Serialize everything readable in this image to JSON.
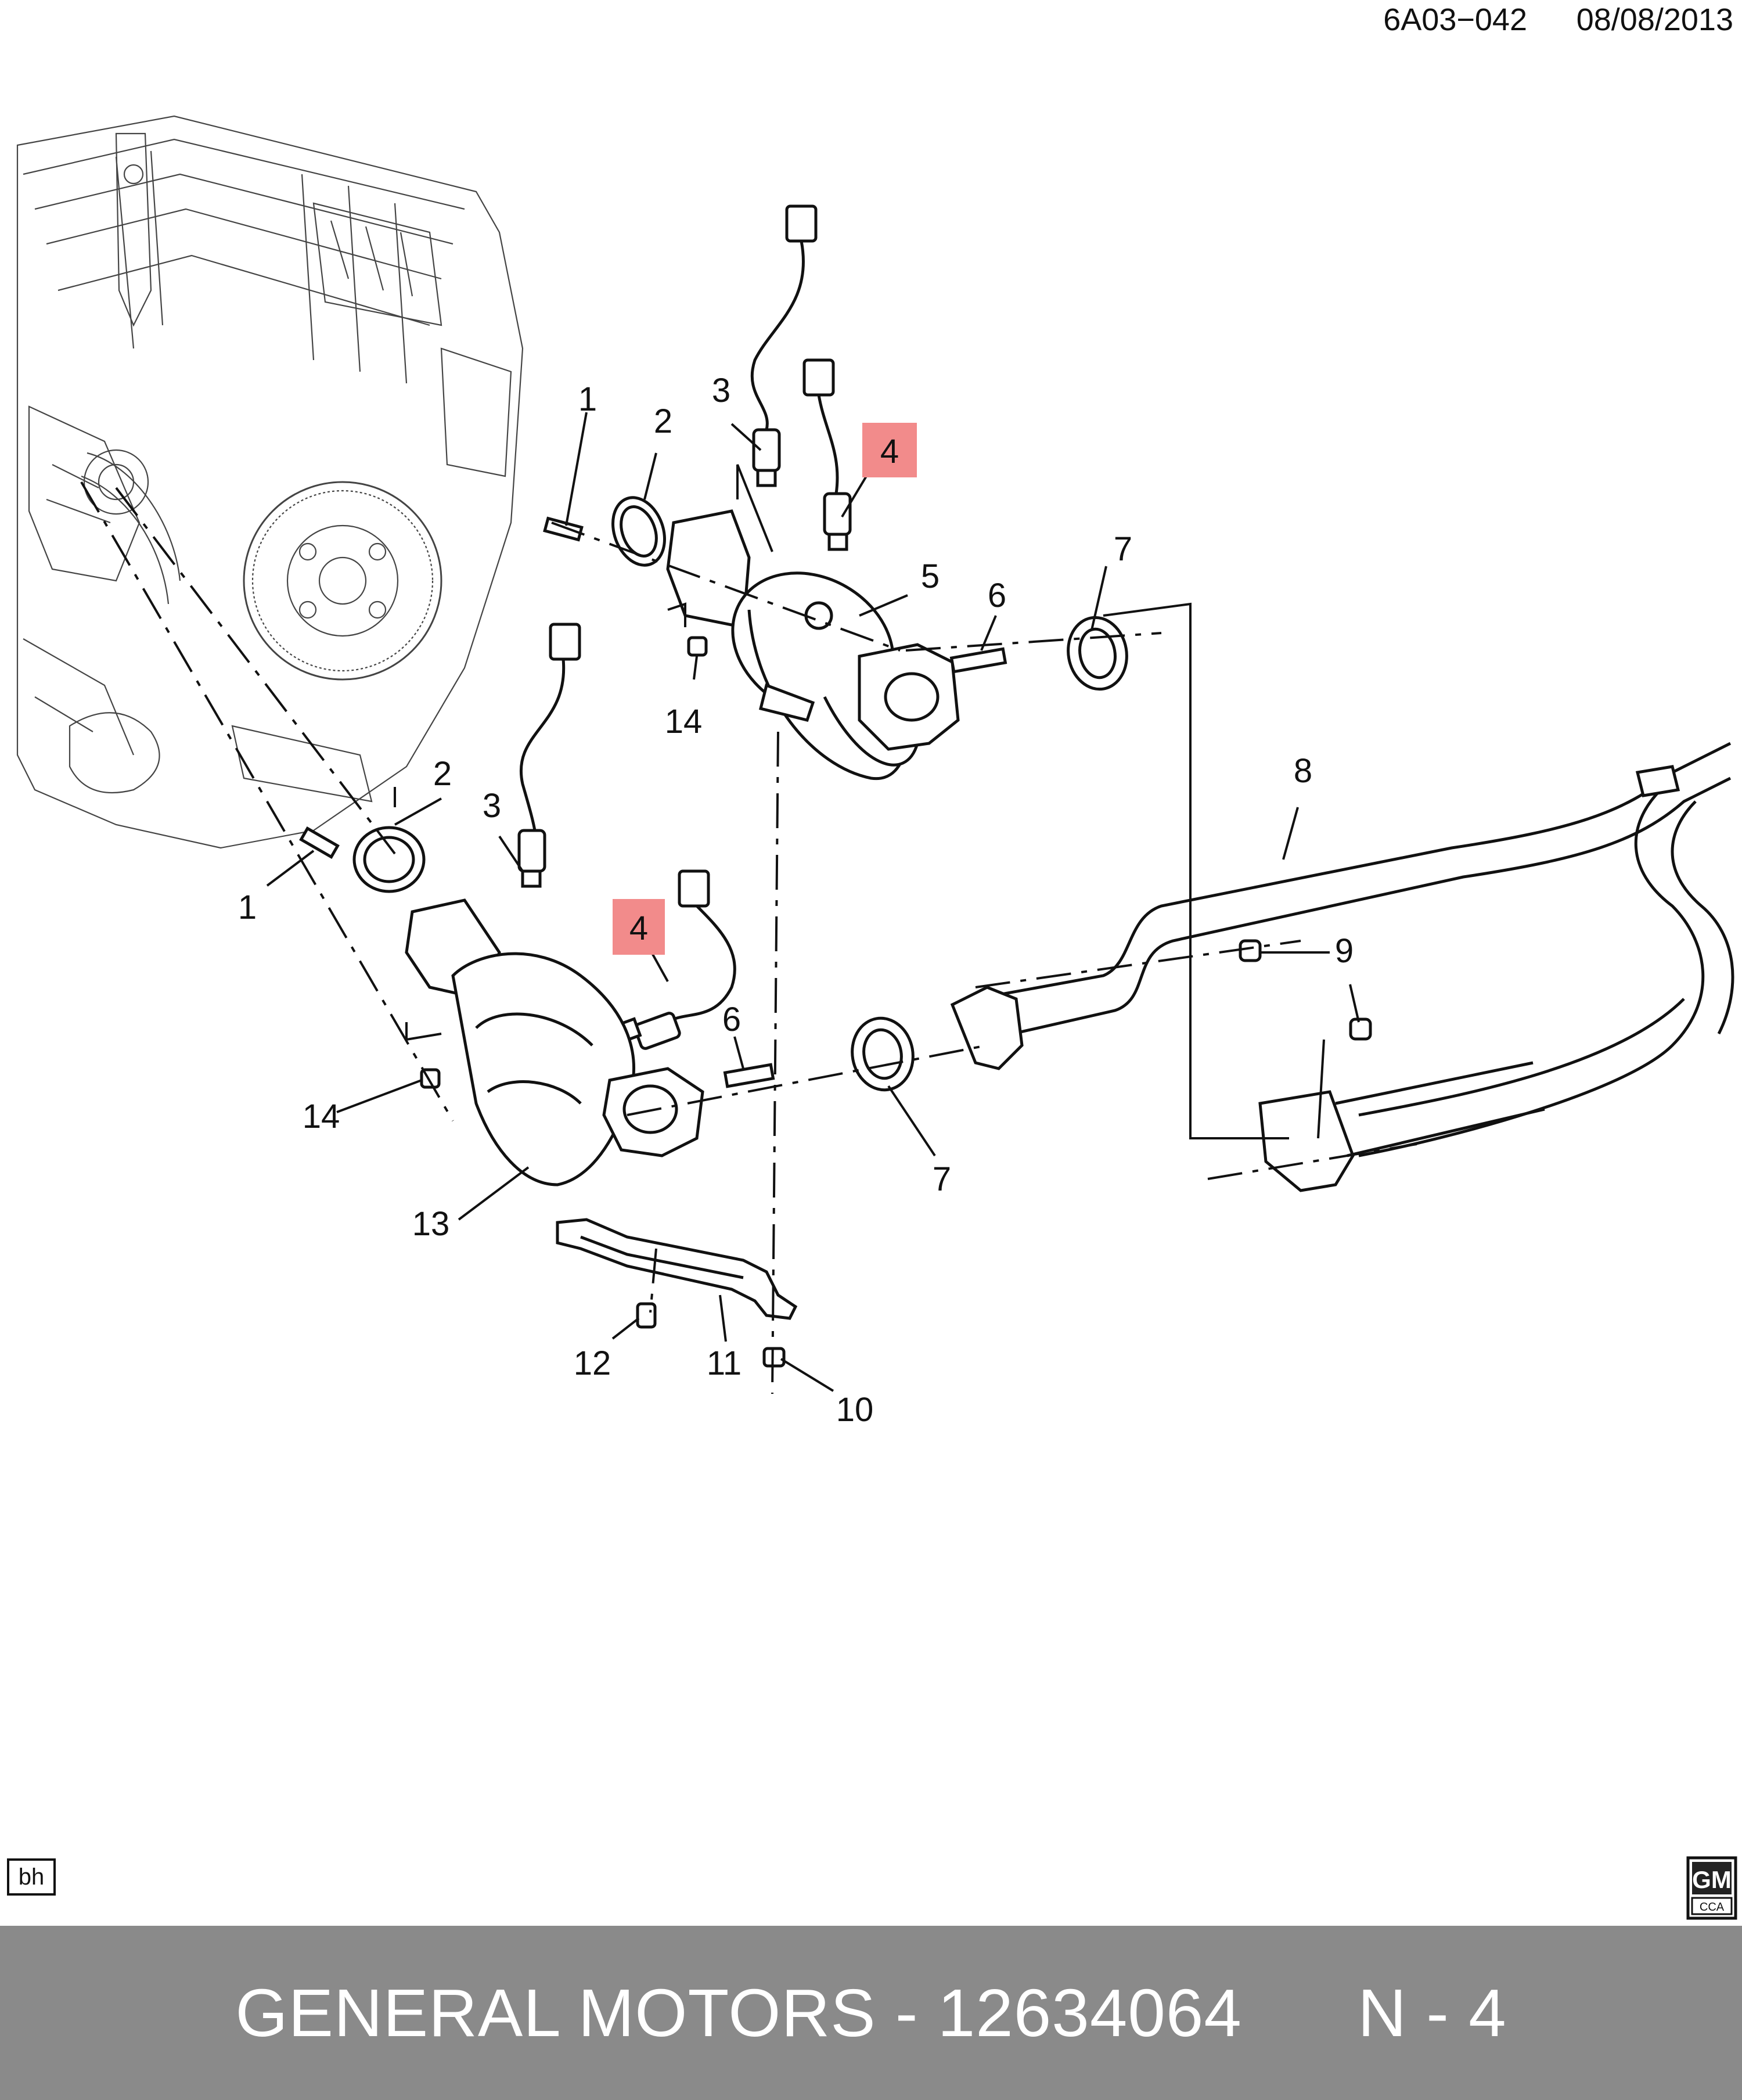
{
  "header": {
    "drawing_id": "6A03−042",
    "date": "08/08/2013"
  },
  "callouts": [
    {
      "id": "c1a",
      "label": "1"
    },
    {
      "id": "c2a",
      "label": "2"
    },
    {
      "id": "c3a",
      "label": "3"
    },
    {
      "id": "c4a",
      "label": "4",
      "highlighted": true
    },
    {
      "id": "c5",
      "label": "5"
    },
    {
      "id": "c6a",
      "label": "6"
    },
    {
      "id": "c7a",
      "label": "7"
    },
    {
      "id": "c14a",
      "label": "14"
    },
    {
      "id": "c8",
      "label": "8"
    },
    {
      "id": "c2b",
      "label": "2"
    },
    {
      "id": "c3b",
      "label": "3"
    },
    {
      "id": "c1b",
      "label": "1"
    },
    {
      "id": "c4b",
      "label": "4",
      "highlighted": true
    },
    {
      "id": "c6b",
      "label": "6"
    },
    {
      "id": "c9",
      "label": "9"
    },
    {
      "id": "c14b",
      "label": "14"
    },
    {
      "id": "c7b",
      "label": "7"
    },
    {
      "id": "c13",
      "label": "13"
    },
    {
      "id": "c12",
      "label": "12"
    },
    {
      "id": "c11",
      "label": "11"
    },
    {
      "id": "c10",
      "label": "10"
    }
  ],
  "badge": {
    "label": "bh"
  },
  "logo": {
    "top": "GM",
    "bottom": "CCA"
  },
  "footer": {
    "brand": "GENERAL MOTORS",
    "separator": " - ",
    "part_number": "12634064",
    "position_label": "N - 4"
  },
  "colors": {
    "highlight": "#f28b8b",
    "footer_bg": "#8a8a8a",
    "footer_text": "#ffffff"
  }
}
